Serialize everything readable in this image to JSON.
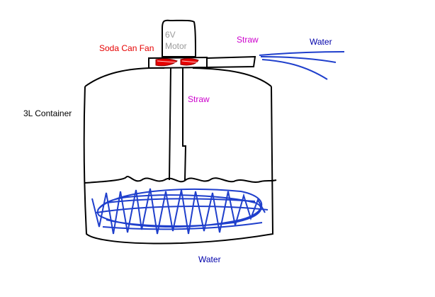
{
  "labels": {
    "soda_can_fan": "Soda Can Fan",
    "motor": "6V\nMotor",
    "straw_top": "Straw",
    "water_spray": "Water",
    "straw_vertical": "Straw",
    "container": "3L Container",
    "water_bottom": "Water"
  },
  "colors": {
    "soda_can_fan": "#e60000",
    "motor": "#9a9a9a",
    "straw": "#cc00cc",
    "water": "#0000aa",
    "container": "#000000",
    "water_scribble": "#1f3fcc"
  }
}
